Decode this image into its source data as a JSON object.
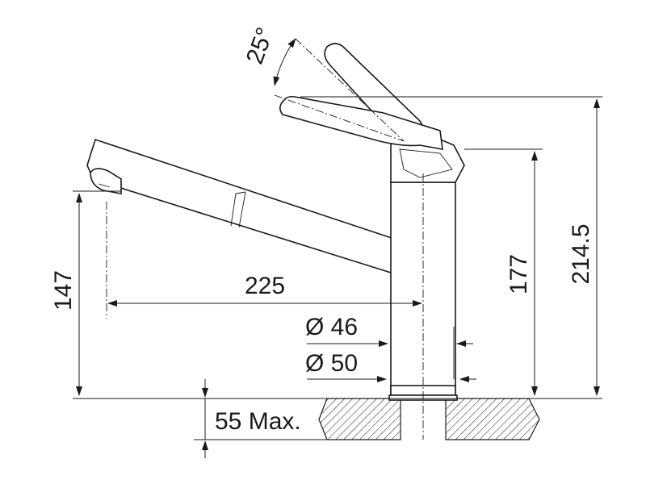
{
  "diagram": {
    "dimensions": {
      "angle": "25°",
      "total_height": "214.5",
      "body_height": "177",
      "spout_height": "147",
      "spout_reach": "225",
      "diameter_top": "Ø 46",
      "diameter_base": "Ø 50",
      "counter_thickness": "55 Max."
    },
    "colors": {
      "line": "#1a1a1a",
      "background": "#ffffff"
    }
  }
}
